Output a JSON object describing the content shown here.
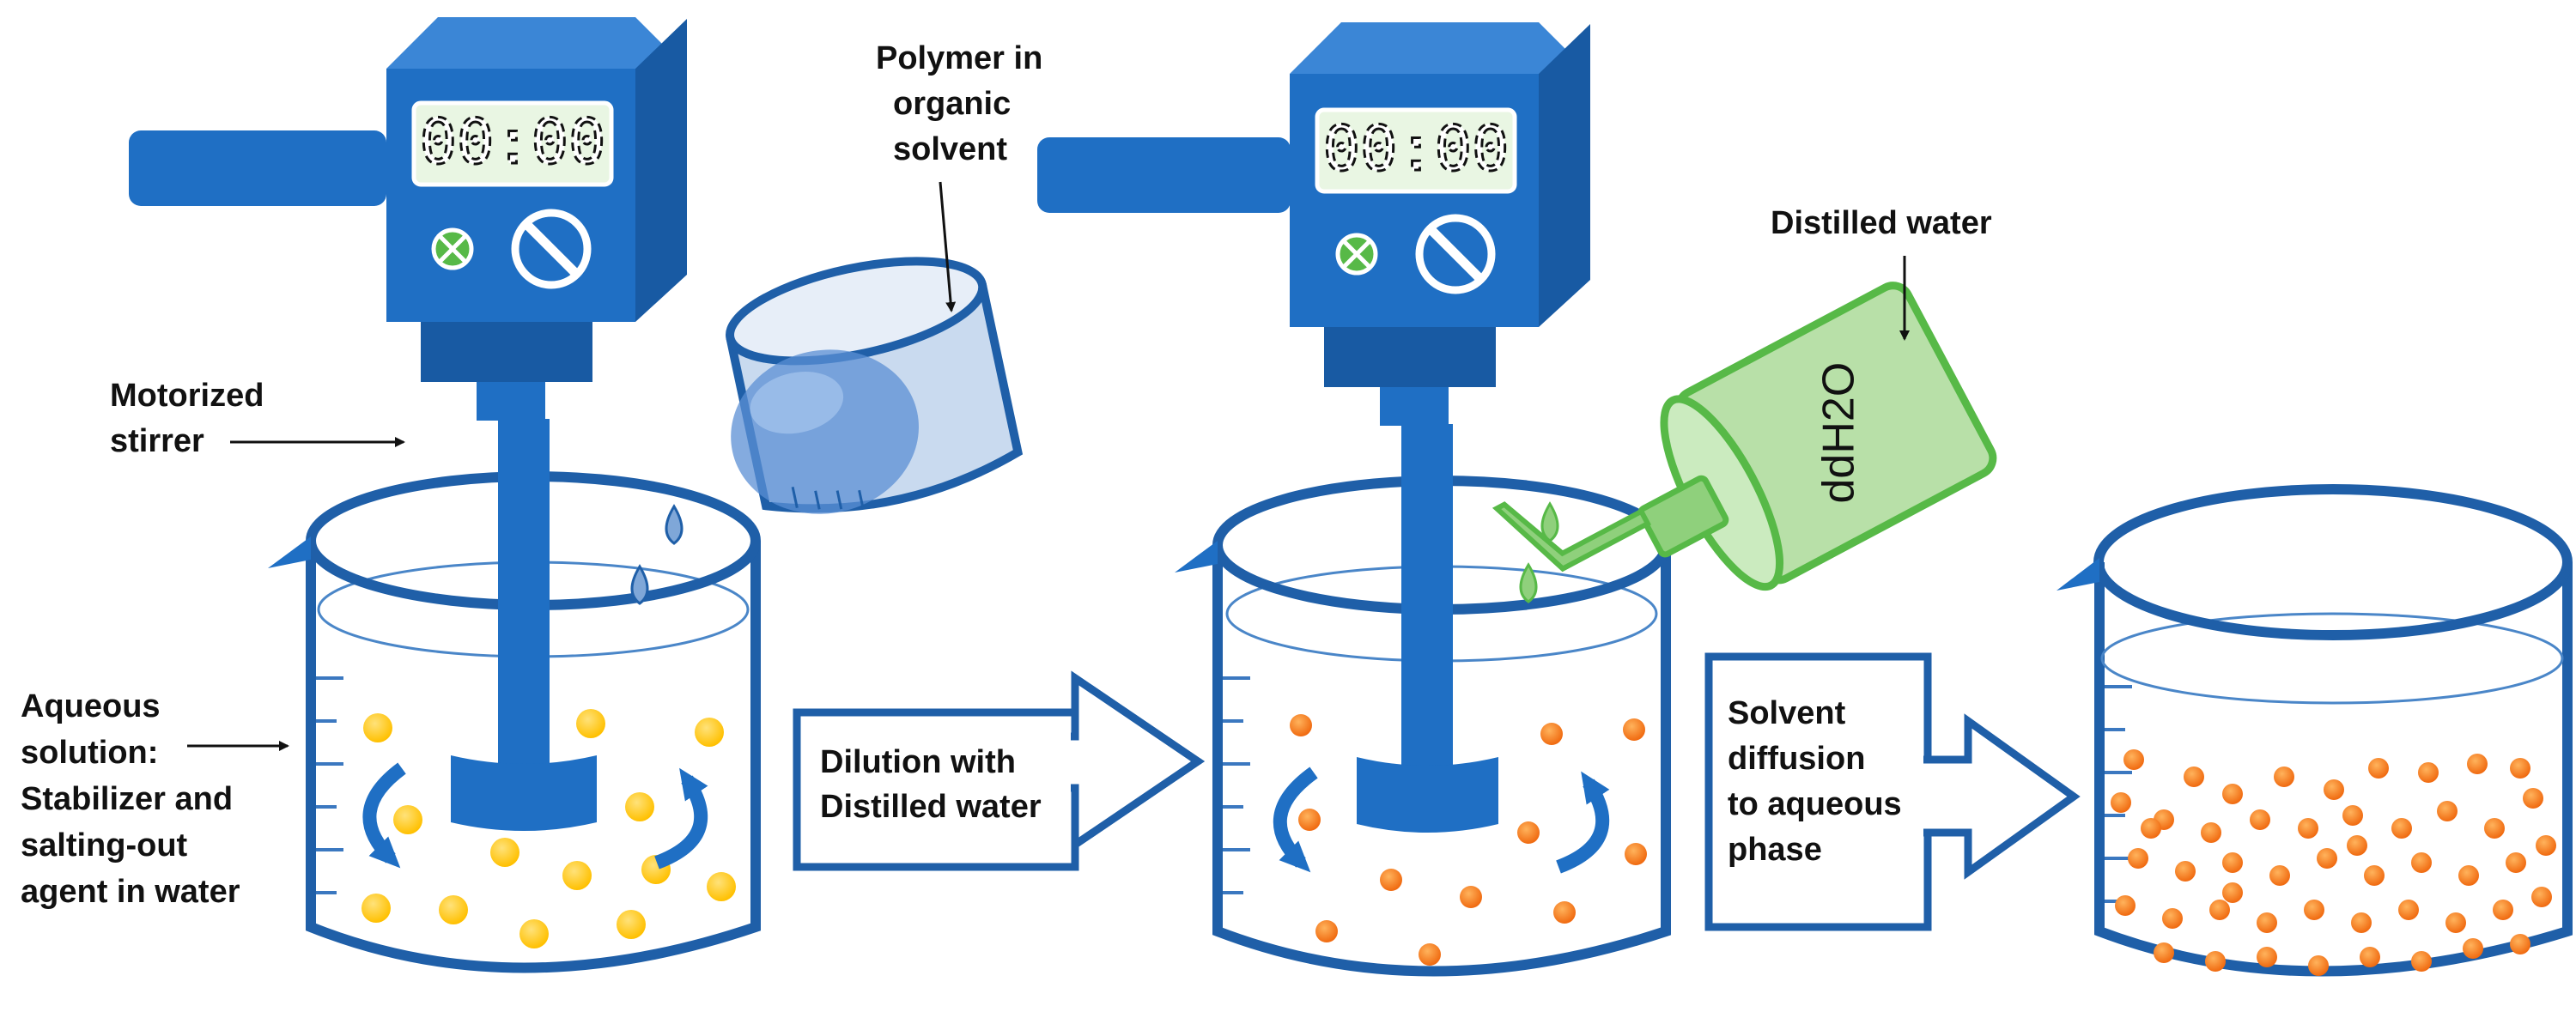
{
  "labels": {
    "motorized_stirrer": [
      "Motorized",
      "stirrer"
    ],
    "aqueous_solution": [
      "Aqueous",
      "solution:",
      "Stabilizer and",
      "salting-out",
      "agent in water"
    ],
    "polymer_solvent": [
      "Polymer in",
      "organic",
      "solvent"
    ],
    "distilled_water": "Distilled water",
    "bottle": "ddH2O"
  },
  "steps": [
    {
      "label": [
        "Dilution with",
        "Distilled water"
      ]
    },
    {
      "label": [
        "Solvent",
        "diffusion",
        "to aqueous",
        "phase"
      ]
    }
  ],
  "displays": {
    "stirrer_1": "00:00",
    "stirrer_2": "00:00"
  },
  "colors": {
    "stirrer_blue": "#1f6fc4",
    "stirrer_dark": "#123f7a",
    "display_green": "#e9f6e3",
    "beaker_outline": "#1f5fa8",
    "yellow_particle": "#ffc000",
    "orange_particle": "#f58220",
    "bottle_green": "#b8e0a8",
    "bottle_outline": "#57b947",
    "polymer_beaker": "#7fa7d8"
  },
  "icons": [
    "stirrer-icon",
    "beaker-icon",
    "wash-bottle-icon",
    "particle-icon",
    "droplet-icon",
    "rotation-arrow-icon",
    "block-arrow-icon"
  ]
}
